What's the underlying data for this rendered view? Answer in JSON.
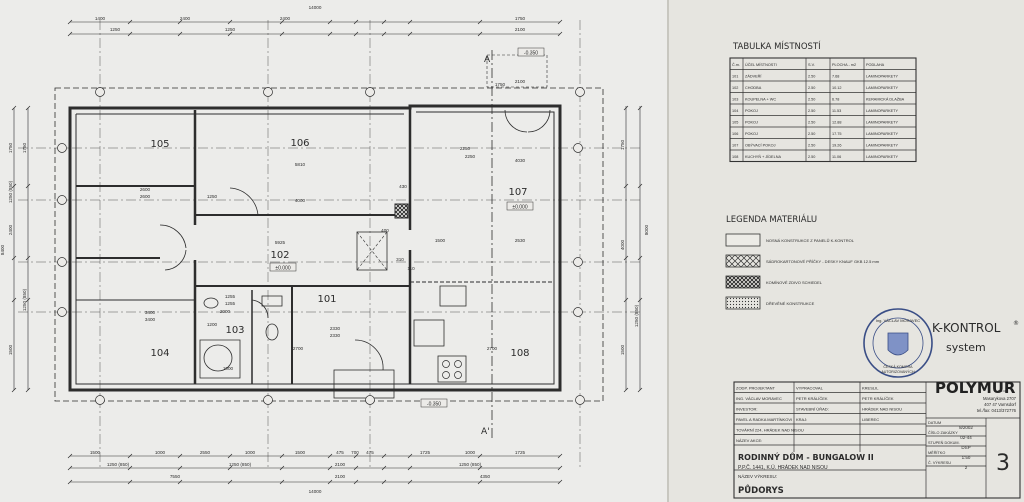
{
  "plan": {
    "rooms": [
      {
        "id": "105",
        "label": "105"
      },
      {
        "id": "106",
        "label": "106"
      },
      {
        "id": "107",
        "label": "107"
      },
      {
        "id": "102",
        "label": "102"
      },
      {
        "id": "101",
        "label": "101"
      },
      {
        "id": "103",
        "label": "103"
      },
      {
        "id": "104",
        "label": "104"
      },
      {
        "id": "108",
        "label": "108"
      }
    ],
    "section_a": "A",
    "section_a_prime": "A'",
    "levels": [
      "±0.000",
      "±0.000",
      "-0.350",
      "-0.350"
    ],
    "top_dims": [
      "1400",
      "2400",
      "2400",
      "1750",
      "2100",
      "14000",
      "1250",
      "1250",
      "1750",
      "2100",
      "2250"
    ],
    "bottom_dims": [
      "1500",
      "1000",
      "2550",
      "1000",
      "1500",
      "475",
      "700",
      "475",
      "1725",
      "1000",
      "1725",
      "1250 (850)",
      "1250 (850)",
      "2100",
      "1250 (850)",
      "7550",
      "2100",
      "4350",
      "14000"
    ],
    "inner_dims": [
      "5810",
      "2600",
      "2600",
      "1250",
      "5925",
      "2250",
      "4030",
      "1500",
      "2530",
      "3400",
      "3400",
      "1255",
      "1255",
      "2000",
      "2330",
      "2330",
      "2700",
      "2700",
      "1200",
      "1000",
      "430",
      "310",
      "400",
      "110",
      "4000"
    ],
    "left_dims": [
      "1750",
      "1250 (850)",
      "2400",
      "1250 (850)",
      "1500",
      "8400",
      "1750"
    ],
    "right_dims": [
      "1750",
      "4000",
      "8000",
      "1250 (850)",
      "1500"
    ]
  },
  "room_table": {
    "title": "TABULKA MÍSTNOSTÍ",
    "headers": [
      "Č.m.",
      "ÚČEL MÍSTNOSTI",
      "S.V.",
      "PLOCHA - m2",
      "PODLAHA"
    ],
    "rows": [
      [
        "101",
        "ZÁDVEŘÍ",
        "2.50",
        "7.68",
        "LAMINOPARKETY"
      ],
      [
        "102",
        "CHODBA",
        "2.50",
        "10.12",
        "LAMINOPARKETY"
      ],
      [
        "103",
        "KOUPELNA + WC",
        "2.50",
        "6.78",
        "KERAMICKÁ DLAŽBA"
      ],
      [
        "104",
        "POKOJ",
        "2.50",
        "11.53",
        "LAMINOPARKETY"
      ],
      [
        "105",
        "POKOJ",
        "2.50",
        "12.88",
        "LAMINOPARKETY"
      ],
      [
        "106",
        "POKOJ",
        "2.50",
        "17.75",
        "LAMINOPARKETY"
      ],
      [
        "107",
        "OBÝVACÍ POKOJ",
        "2.50",
        "19.26",
        "LAMINOPARKETY"
      ],
      [
        "108",
        "KUCHYŇ + JÍDELNA",
        "2.50",
        "11.06",
        "LAMINOPARKETY"
      ]
    ]
  },
  "legend": {
    "title": "LEGENDA MATERIÁLU",
    "items": [
      {
        "text": "NOSNÁ KONSTRUKCE Z PANELŮ K-KONTROL",
        "pattern": "plain"
      },
      {
        "text": "SÁDROKARTONOVÉ PŘÍČKY - DESKY KNAUF GKB 12.5 mm",
        "pattern": "cross"
      },
      {
        "text": "KOMÍNOVÉ ZDIVO SCHIEDEL",
        "pattern": "dense"
      },
      {
        "text": "DŘEVĚNÉ KONSTRUKCE",
        "pattern": "dots"
      }
    ]
  },
  "stamp": {
    "line1": "Ing. VÁCLAV MORAVEC",
    "line2": "ČESKÁ KOMORA",
    "line3": "AUTORIZOVANÝCH"
  },
  "logo": {
    "brand": "K-KONTROL",
    "reg": "®",
    "system": "system"
  },
  "title_block": {
    "company": "POLYMUR",
    "company_suffix": "s.r.o.",
    "address": [
      "Masarykova 2707",
      "407 47 Varnsdorf",
      "tel./fax: 0413/372776"
    ],
    "rows": [
      {
        "label": "ZODP. PROJEKTANT",
        "value": "VYPRACOVAL",
        "value2": "KRESLIL"
      },
      {
        "label": "ING. VÁCLAV MORAVEC",
        "value": "PETR KRÁLÍČEK",
        "value2": "PETR KRÁLÍČEK"
      },
      {
        "label": "INVESTOR:",
        "value": "STAVEBNÍ ÚŘAD:",
        "value2": "HRÁDEK NAD NISOU"
      },
      {
        "label": "PAVEL A RADKA MARTÍNKOVI",
        "value": "KRAJ:",
        "value2": "LIBEREC"
      },
      {
        "label": "TOVÁRNÍ 224, HRÁDEK NAD NISOU",
        "value": "",
        "value2": ""
      },
      {
        "label": "NÁZEV AKCE:",
        "value": "",
        "value2": ""
      }
    ],
    "project": "RODINNÝ DŮM - BUNGALOW II",
    "parcel": "P.P.Č. 1441, K.Ú. HRÁDEK NAD NISOU",
    "drawing_label": "NÁZEV VÝKRESU:",
    "drawing": "PŮDORYS",
    "right_fields": [
      {
        "label": "DATUM",
        "value": "8/2002"
      },
      {
        "label": "ČÍSLO ZAKÁZKY",
        "value": "02-44"
      },
      {
        "label": "STUPEŇ DOKUM.",
        "value": "DSP"
      },
      {
        "label": "MĚŘÍTKO",
        "value": "1:50"
      },
      {
        "label": "Č. VÝKRESU",
        "value": "2"
      }
    ],
    "sheet_no": "3"
  }
}
